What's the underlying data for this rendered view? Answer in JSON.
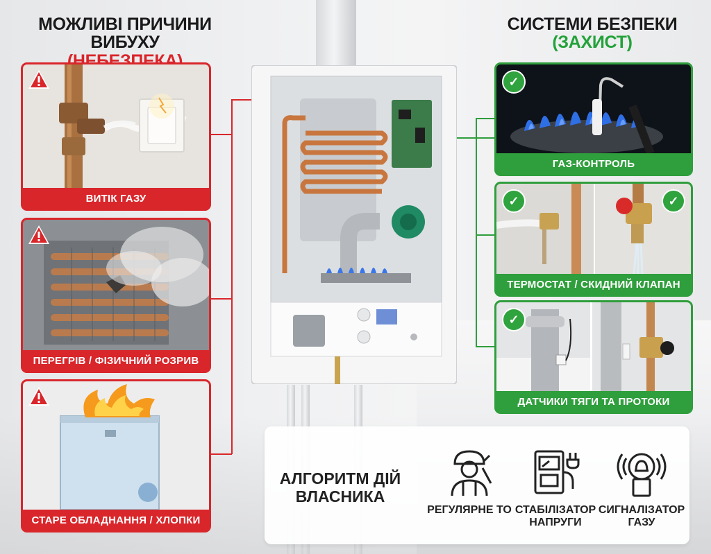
{
  "left_header": {
    "title": "МОЖЛИВІ ПРИЧИНИ ВИБУХУ",
    "subtitle": "(НЕБЕЗПЕКА)"
  },
  "right_header": {
    "title": "СИСТЕМИ БЕЗПЕКИ",
    "subtitle": "(ЗАХИСТ)"
  },
  "danger_cards": [
    {
      "label": "ВИТІК ГАЗУ",
      "icon": "warning-icon"
    },
    {
      "label": "ПЕРЕГРІВ / ФІЗИЧНИЙ РОЗРИВ",
      "icon": "warning-icon"
    },
    {
      "label": "СТАРЕ ОБЛАДНАННЯ / ХЛОПКИ",
      "icon": "warning-icon"
    }
  ],
  "safety_cards": [
    {
      "label": "ГАЗ-КОНТРОЛЬ",
      "icon": "check-icon"
    },
    {
      "label": "ТЕРМОСТАТ / СКИДНИЙ КЛАПАН",
      "icon": "check-icon"
    },
    {
      "label": "ДАТЧИКИ ТЯГИ ТА ПРОТОКИ",
      "icon": "check-icon"
    }
  ],
  "algorithm": {
    "title_line1": "АЛГОРИТМ ДІЙ",
    "title_line2": "ВЛАСНИКА",
    "items": [
      {
        "line1": "РЕГУЛЯРНЕ ТО",
        "line2": "",
        "icon": "technician-icon"
      },
      {
        "line1": "СТАБІЛІЗАТОР",
        "line2": "НАПРУГИ",
        "icon": "voltage-stabilizer-icon"
      },
      {
        "line1": "СИГНАЛІЗАТОР",
        "line2": "ГАЗУ",
        "icon": "gas-alarm-icon"
      }
    ]
  },
  "colors": {
    "danger": "#d9262b",
    "safe": "#2f9e3c",
    "text": "#1a1a1a"
  }
}
